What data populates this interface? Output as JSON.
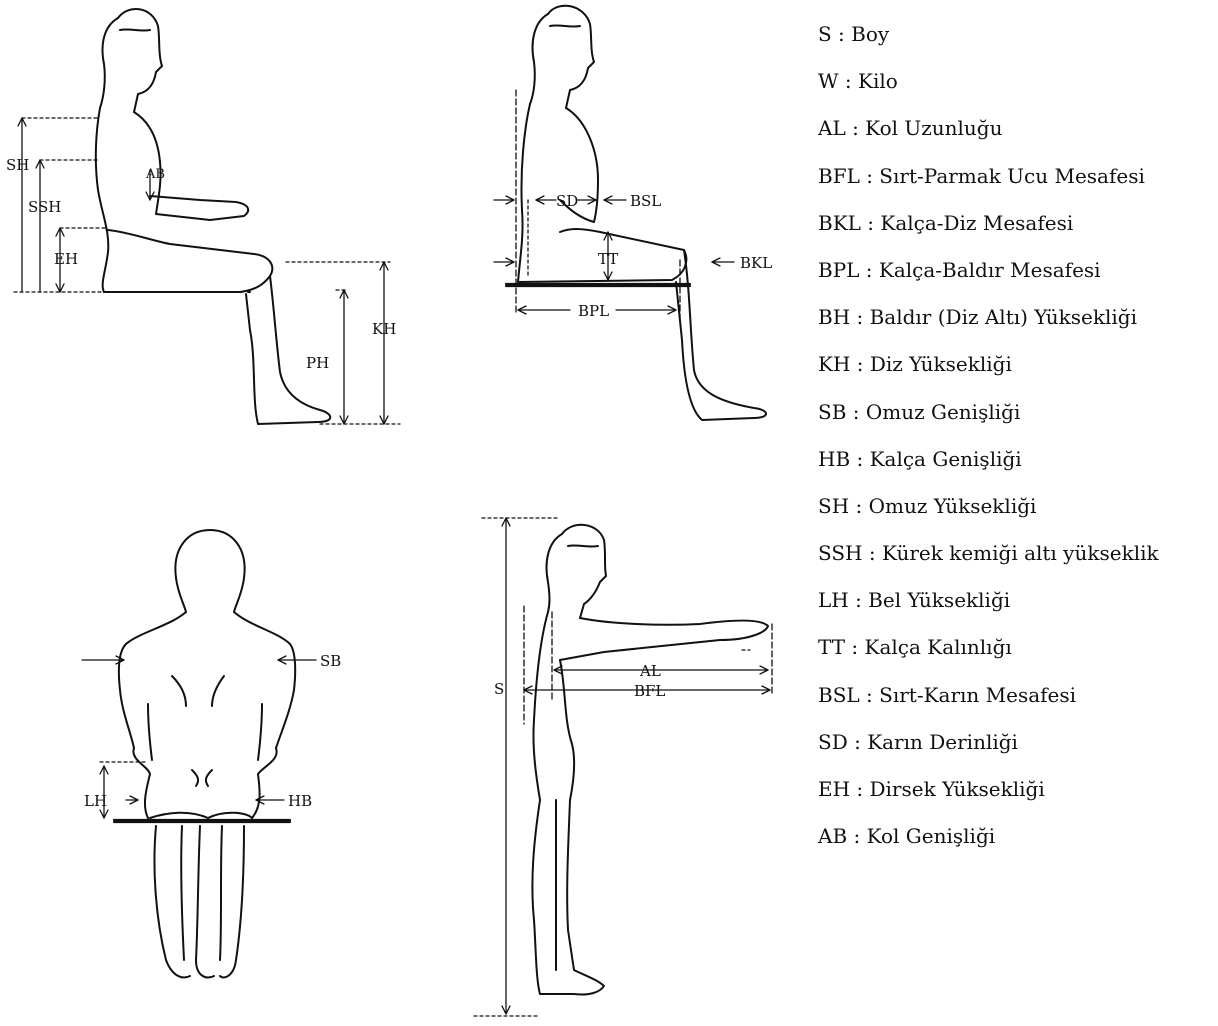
{
  "figures": {
    "side_sitting": {
      "SH": "SH",
      "SSH": "SSH",
      "AB": "AB",
      "EH": "EH",
      "PH": "PH",
      "KH": "KH"
    },
    "side_sitting_depth": {
      "SD": "SD",
      "BSL": "BSL",
      "TT": "TT",
      "BKL": "BKL",
      "BPL": "BPL"
    },
    "back_sitting": {
      "SB": "SB",
      "LH": "LH",
      "HB": "HB"
    },
    "standing": {
      "S": "S",
      "AL": "AL",
      "BFL": "BFL"
    }
  },
  "legend": [
    "S : Boy",
    "W : Kilo",
    "AL : Kol Uzunluğu",
    "BFL : Sırt-Parmak Ucu Mesafesi",
    "BKL : Kalça-Diz Mesafesi",
    "BPL : Kalça-Baldır Mesafesi",
    "BH : Baldır (Diz Altı) Yüksekliği",
    "KH : Diz Yüksekliği",
    "SB : Omuz Genişliği",
    "HB : Kalça Genişliği",
    "SH : Omuz Yüksekliği",
    "SSH : Kürek kemiği altı yükseklik",
    "LH : Bel Yüksekliği",
    "TT : Kalça Kalınlığı",
    "BSL : Sırt-Karın Mesafesi",
    "SD : Karın Derinliği",
    "EH : Dirsek Yüksekliği",
    "AB : Kol Genişliği"
  ]
}
